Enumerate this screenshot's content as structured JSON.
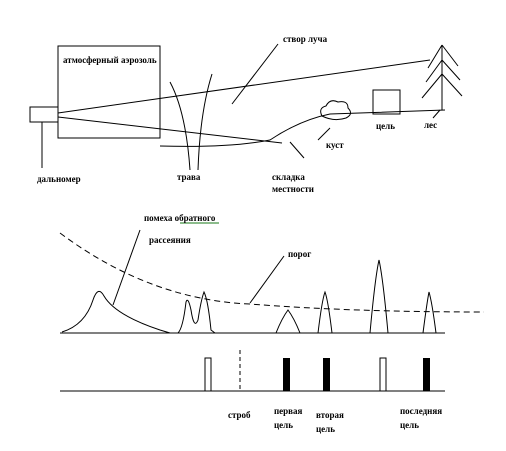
{
  "scene": {
    "labels": {
      "beam": "створ луча",
      "aerosol": "атмосферный аэрозоль",
      "forest": "лес",
      "target": "цель",
      "bush": "куст",
      "rangefinder": "дальномер",
      "grass": "трава",
      "terrain_fold_line1": "складка",
      "terrain_fold_line2": "местности"
    }
  },
  "signal": {
    "labels": {
      "backscatter_line1": "помеха обратного",
      "backscatter_line2": "рассеяния",
      "threshold": "порог"
    }
  },
  "gates": {
    "labels": {
      "strobe": "строб",
      "first_target_line1": "первая",
      "first_target_line2": "цель",
      "second_target_line1": "вторая",
      "second_target_line2": "цель",
      "last_target_line1": "последняя",
      "last_target_line2": "цель"
    }
  },
  "colors": {
    "ink": "#000000",
    "background": "#ffffff",
    "underline_accent": "#1a7a1a"
  }
}
